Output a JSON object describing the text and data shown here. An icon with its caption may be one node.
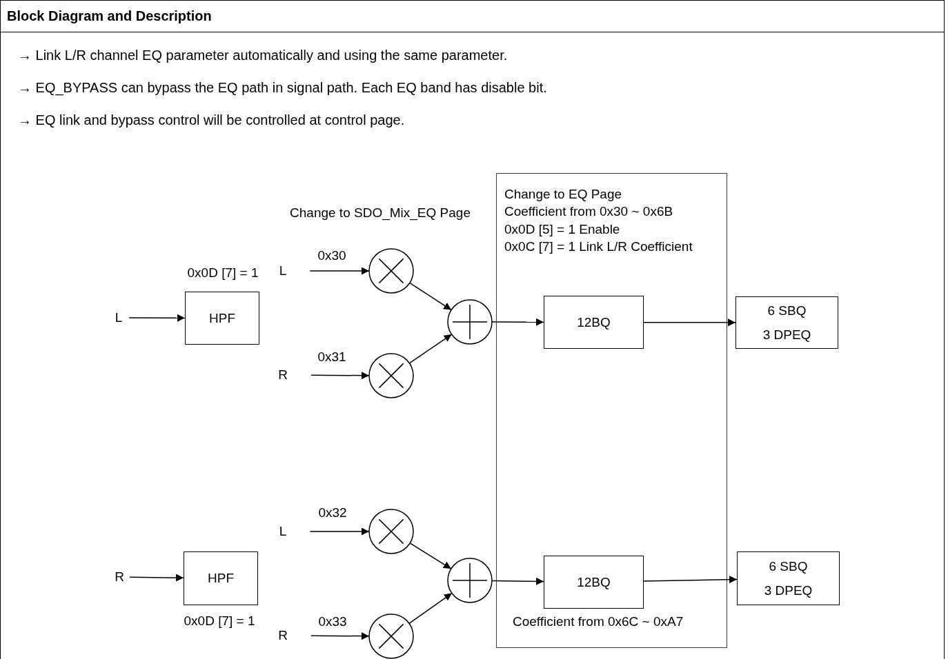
{
  "diagram": {
    "title": "Block Diagram and Description",
    "nodes": [
      {
        "text": [
          "Change to EQ Page",
          "Coefficient from 0x30 ~ 0x6B",
          "0x0D [5] = 1 Enable",
          "0x0C [7] = 1 Link L/R Coefficient",
          "Coefficient from 0x6C ~ 0xA7"
        ]
      },
      {
        "text": [
          "L"
        ]
      },
      {
        "text": [
          "HPF"
        ],
        "beside": [
          "0x0D [7] = 1"
        ]
      },
      {
        "text": [
          "L"
        ]
      },
      {
        "text": [],
        "shape": "circle"
      },
      {
        "text": [
          "R"
        ]
      },
      {
        "text": [],
        "shape": "circle"
      },
      {
        "text": [],
        "shape": "circle"
      },
      {
        "text": [
          "12BQ"
        ],
        "in": 0
      },
      {
        "text": [
          "6 SBQ 3 DPEQ"
        ]
      },
      {
        "text": [
          "R"
        ]
      },
      {
        "text": [
          "HPF"
        ],
        "beside": [
          "0x0D [7] = 1"
        ]
      },
      {
        "text": [
          "L"
        ]
      },
      {
        "text": [],
        "shape": "circle"
      },
      {
        "text": [
          "R"
        ]
      },
      {
        "text": [],
        "shape": "circle"
      },
      {
        "text": [],
        "shape": "circle"
      },
      {
        "text": [
          "12BQ"
        ],
        "in": 0
      },
      {
        "text": [
          "6 SBQ 3 DPEQ"
        ]
      }
    ],
    "edges": [
      {
        "from": 1,
        "to": 2,
        "arrow": "to"
      },
      {
        "from": 3,
        "to": 4,
        "arrow": "to",
        "label": "0x30"
      },
      {
        "from": 5,
        "to": 6,
        "arrow": "to",
        "label": "0x31"
      },
      {
        "from": 4,
        "to": 7,
        "arrow": "to"
      },
      {
        "from": 6,
        "to": 7,
        "arrow": "to"
      },
      {
        "from": 7,
        "to": 8,
        "arrow": "to"
      },
      {
        "from": 8,
        "to": 9,
        "arrow": "to"
      },
      {
        "from": 10,
        "to": 11,
        "arrow": "to"
      },
      {
        "from": 12,
        "to": 13,
        "arrow": "to",
        "label": "0x32"
      },
      {
        "from": 14,
        "to": 15,
        "arrow": "to",
        "label": "0x33"
      },
      {
        "from": 13,
        "to": 16,
        "arrow": "to"
      },
      {
        "from": 15,
        "to": 16,
        "arrow": "to"
      },
      {
        "from": 16,
        "to": 17,
        "arrow": "to"
      },
      {
        "from": 17,
        "to": 18,
        "arrow": "to"
      }
    ],
    "labels": [
      "→ Link L/R channel EQ parameter automatically and using the same parameter.",
      "→ EQ_BYPASS can bypass the EQ path in signal path. Each EQ band has disable bit.",
      "→ EQ link and bypass control will be controlled at control page.",
      "Change to SDO_Mix_EQ Page"
    ]
  }
}
